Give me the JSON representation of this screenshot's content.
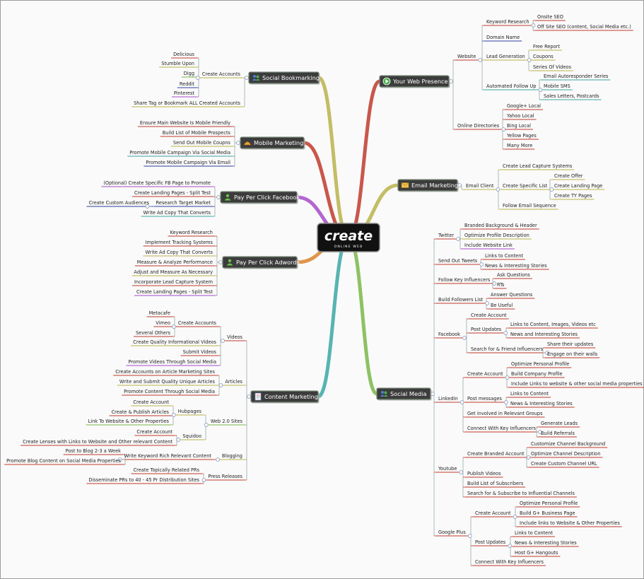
{
  "center": {
    "title": "create",
    "subtitle": "ONLINE WEB"
  },
  "colors": {
    "red": "#c0392b",
    "olive": "#b8b24a",
    "purple": "#a64ac9",
    "teal": "#3aa7a3",
    "green": "#7ab648",
    "blue": "#2c3e9c",
    "orange": "#d9822b",
    "yellowgreen": "#c7c22a"
  },
  "branches": {
    "web": {
      "label": "Your Web Presence",
      "icon": "play-circle-icon"
    },
    "email": {
      "label": "Email Marketing",
      "icon": "envelope-icon"
    },
    "social": {
      "label": "Social Media",
      "icon": "people-icon"
    },
    "bookmark": {
      "label": "Social Bookmarking",
      "icon": "people-icon"
    },
    "mobile": {
      "label": "Mobile Marketing",
      "icon": "mobile-icon"
    },
    "ppcfb": {
      "label": "Pay Per Click Facebook",
      "icon": "person-icon"
    },
    "ppcad": {
      "label": "Pay Per Click Adwords",
      "icon": "person-icon"
    },
    "content": {
      "label": "Content Marketing",
      "icon": "document-icon"
    }
  },
  "web": {
    "website": "Website",
    "kw_research": "Keyword Research",
    "onsite": "Onsite SEO",
    "offsite": "Off Site SEO (content, Social Media etc.)",
    "domain": "Domain Name",
    "leadgen": "Lead Generation",
    "free_report": "Free Report",
    "coupons": "Coupons",
    "series_videos": "Series Of Videos",
    "auto_follow": "Automated Follow Up",
    "email_auto": "Email Autoresponder Series",
    "mobile_sms": "Mobile SMS",
    "sales_letters": "Sales Letters, Postcards",
    "online_dir": "Online Directories",
    "google_local": "Google+ Local",
    "yahoo_local": "Yahoo Local",
    "bing_local": "Bing Local",
    "yellow_pages": "Yellow Pages",
    "many_more": "Many More"
  },
  "email": {
    "client": "Email Client",
    "capture": "Create Lead Capture Systems",
    "specific_list": "Create Specific List",
    "offer": "Create Offer",
    "landing": "Create Landing Page",
    "ty": "Create TY Pages",
    "follow_seq": "Follow Email Sequence"
  },
  "social": {
    "twitter": "Twitter",
    "tw_branded": "Branded Background & Header",
    "tw_optimize": "Optimize Profile Description",
    "tw_include": "Include Website Link",
    "tweets": "Send Out Tweets",
    "tw_links": "Links to Content",
    "tw_news": "News & Interesting Stories",
    "follow_key": "Follow Key Influencers",
    "ask_q": "Ask Questions",
    "rts": "RTs",
    "build_followers": "Build Followers List",
    "answer_q": "Answer Questions",
    "be_useful": "Be Useful",
    "facebook": "Facebook",
    "fb_create": "Create Account",
    "fb_post": "Post Updates",
    "fb_links": "Links to Content, Images, Videos etc",
    "fb_news": "News and Interesting Stories",
    "fb_search": "Search for & Friend Influencers",
    "fb_share": "Share their updates",
    "fb_engage": "Engage on their walls",
    "linkedin": "LinkedIn",
    "li_create": "Create Account",
    "li_optimize": "Optimize Personal Profile",
    "li_company": "Build Company Profile",
    "li_include": "Include Links to website & other social media properties",
    "li_post": "Post messages",
    "li_links": "Links to Content",
    "li_news": "News & Interesting Stories",
    "li_groups": "Get involved in Relevant Groups",
    "li_connect": "Connect With Key Influencers",
    "li_leads": "Generate Leads",
    "li_referrals": "Build Referrals",
    "youtube": "Youtube",
    "yt_branded": "Create Branded Account",
    "yt_bg": "Customize Channel Background",
    "yt_desc": "Optimize Channel Description",
    "yt_url": "Create Custom Channel URL",
    "yt_publish": "Publish Videos",
    "yt_subs": "Build List of Subscribers",
    "yt_search": "Search for & Subscribe to Influential Channels",
    "gplus": "Google Plus",
    "gp_create": "Create Account",
    "gp_optimize": "Optimize Personal Profile",
    "gp_business": "Build G+ Business Page",
    "gp_include": "Include links to Website & Other Properties",
    "gp_post": "Post Updates",
    "gp_links": "Links to Content",
    "gp_news": "News & Interesting Stories",
    "gp_hangouts": "Host G+ Hangouts",
    "gp_connect": "Connect With Key Influencers"
  },
  "bookmark": {
    "create_accounts": "Create Accounts",
    "delicious": "Delicious",
    "stumble": "Stumble Upon",
    "digg": "Digg",
    "reddit": "Reddit",
    "pinterest": "Pinterest",
    "share_tag": "Share Tag or Bookmark ALL Created Accounts"
  },
  "mobile": {
    "m1": "Ensure Main Website Is Mobile Friendly",
    "m2": "Build List of Mobile Prospects",
    "m3": "Send Out Mobile Coupns",
    "m4": "Promote Mobile Campaign Via Social Media",
    "m5": "Promote Mobile Campaign Via Email"
  },
  "ppcfb": {
    "f1": "(Optional) Create Specific FB Page to Promote",
    "f2": "Create Landing Pages - Split Test",
    "f3": "Research Target Market",
    "f3a": "Create Custom Audiences",
    "f4": "Write Ad Copy That Converts"
  },
  "ppcad": {
    "a1": "Keyword Research",
    "a2": "Implement Tracking Systems",
    "a3": "Write Ad Copy That Converts",
    "a4": "Measure & Analyze Performance",
    "a5": "Adjust and Measure As Necessary",
    "a6": "Incorporate Lead Capture System",
    "a7": "Create Landing Pages - Split Test"
  },
  "content": {
    "videos": "Videos",
    "v_create_accounts": "Create Accounts",
    "metacafe": "Metacafe",
    "vimeo": "Vimeo",
    "several_others": "Several Others",
    "v_quality": "Create Quality Informational Videos",
    "v_submit": "Submit Videos",
    "v_promote": "Promote Videos Through Social Media",
    "articles": "Articles",
    "a_accounts": "Create Accounts on Article Marketing Sites",
    "a_write": "Write and Submit Quality Unique Articles",
    "a_promote": "Promote Content Through Social Media",
    "web20": "Web 2.0 Sites",
    "hubpages": "Hubpages",
    "hp_create": "Create Account",
    "hp_publish": "Create & Publish Articles",
    "hp_link": "Link To Website & Other Properties",
    "squidoo": "Squidoo",
    "sq_create": "Create Account",
    "sq_lenses": "Create Lenses with Links to Website and Other relevant Content",
    "blogging": "Blogging",
    "b_write": "Write Keyword Rich Relevant Content",
    "b_post": "Post to Blog 2-3 a Week",
    "b_promote": "Promote Blog Content on Social Media Properties",
    "press": "Press Releases",
    "pr_create": "Create Topically Related PRs",
    "pr_dist": "Disseminate PRs to 40 - 45 Pr Distribution Sites"
  }
}
